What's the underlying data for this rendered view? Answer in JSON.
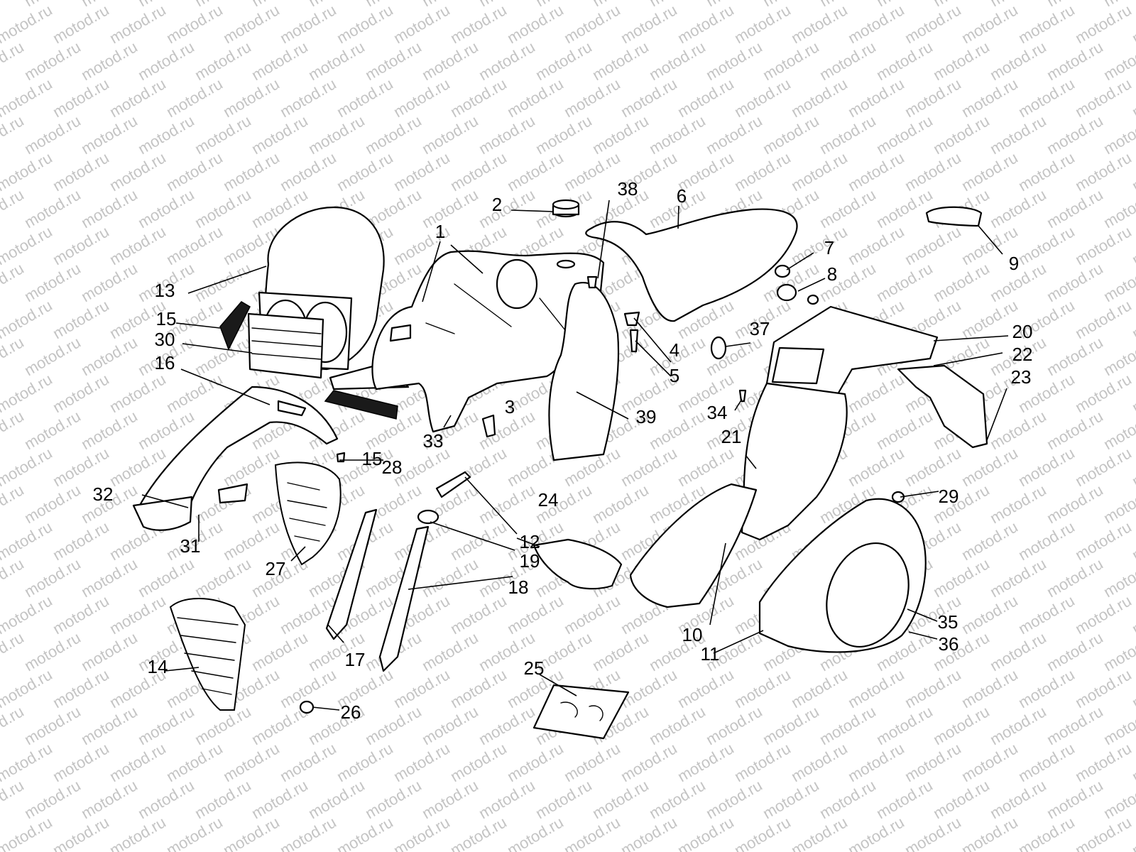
{
  "watermark": "motod.ru",
  "callouts": [
    {
      "id": "1",
      "label": "1"
    },
    {
      "id": "2",
      "label": "2"
    },
    {
      "id": "3",
      "label": "3"
    },
    {
      "id": "4",
      "label": "4"
    },
    {
      "id": "5",
      "label": "5"
    },
    {
      "id": "6",
      "label": "6"
    },
    {
      "id": "7",
      "label": "7"
    },
    {
      "id": "8",
      "label": "8"
    },
    {
      "id": "9",
      "label": "9"
    },
    {
      "id": "10",
      "label": "10"
    },
    {
      "id": "11",
      "label": "11"
    },
    {
      "id": "12",
      "label": "12"
    },
    {
      "id": "13",
      "label": "13"
    },
    {
      "id": "14",
      "label": "14"
    },
    {
      "id": "15a",
      "label": "15"
    },
    {
      "id": "15b",
      "label": "15"
    },
    {
      "id": "16",
      "label": "16"
    },
    {
      "id": "17",
      "label": "17"
    },
    {
      "id": "18",
      "label": "18"
    },
    {
      "id": "19",
      "label": "19"
    },
    {
      "id": "20",
      "label": "20"
    },
    {
      "id": "21",
      "label": "21"
    },
    {
      "id": "22",
      "label": "22"
    },
    {
      "id": "23",
      "label": "23"
    },
    {
      "id": "24",
      "label": "24"
    },
    {
      "id": "25",
      "label": "25"
    },
    {
      "id": "26",
      "label": "26"
    },
    {
      "id": "27",
      "label": "27"
    },
    {
      "id": "28",
      "label": "28"
    },
    {
      "id": "29",
      "label": "29"
    },
    {
      "id": "30",
      "label": "30"
    },
    {
      "id": "31",
      "label": "31"
    },
    {
      "id": "32",
      "label": "32"
    },
    {
      "id": "33",
      "label": "33"
    },
    {
      "id": "34",
      "label": "34"
    },
    {
      "id": "35",
      "label": "35"
    },
    {
      "id": "36",
      "label": "36"
    },
    {
      "id": "37",
      "label": "37"
    },
    {
      "id": "38",
      "label": "38"
    },
    {
      "id": "39",
      "label": "39"
    }
  ]
}
